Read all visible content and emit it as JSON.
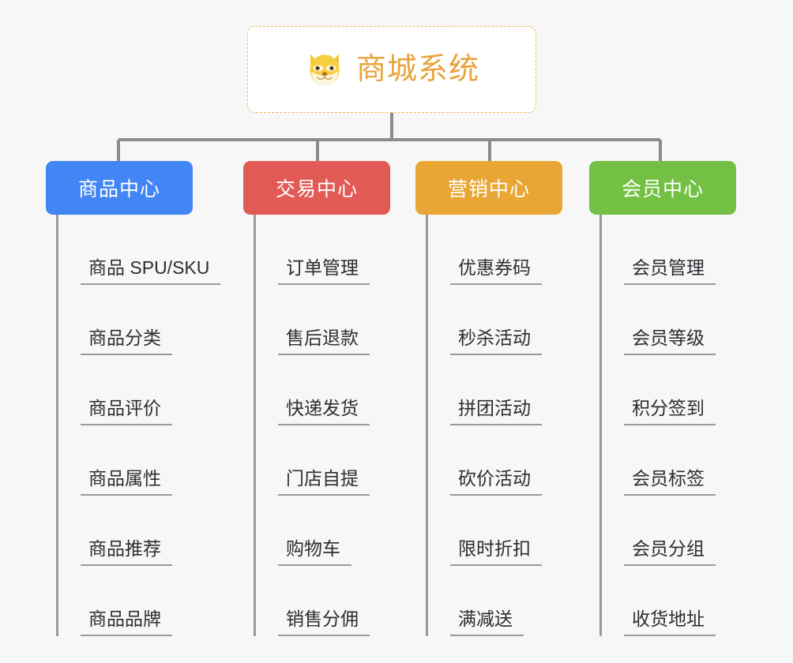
{
  "root": {
    "title": "商城系统",
    "icon": "shiba-dog-face-icon",
    "border_color": "#e8b84b",
    "text_color": "#e8a33d",
    "background": "#ffffff"
  },
  "canvas": {
    "background": "#f7f7f7",
    "connector_color": "#8c8c8c",
    "spine_color": "#9a9a9a",
    "leaf_text_color": "#2d2d33"
  },
  "branches": [
    {
      "label": "商品中心",
      "color": "#4285f4",
      "items": [
        "商品 SPU/SKU",
        "商品分类",
        "商品评价",
        "商品属性",
        "商品推荐",
        "商品品牌"
      ]
    },
    {
      "label": "交易中心",
      "color": "#e25a55",
      "items": [
        "订单管理",
        "售后退款",
        "快递发货",
        "门店自提",
        "购物车",
        "销售分佣"
      ]
    },
    {
      "label": "营销中心",
      "color": "#eaa635",
      "items": [
        "优惠券码",
        "秒杀活动",
        "拼团活动",
        "砍价活动",
        "限时折扣",
        "满减送"
      ]
    },
    {
      "label": "会员中心",
      "color": "#74c044",
      "items": [
        "会员管理",
        "会员等级",
        "积分签到",
        "会员标签",
        "会员分组",
        "收货地址"
      ]
    }
  ]
}
